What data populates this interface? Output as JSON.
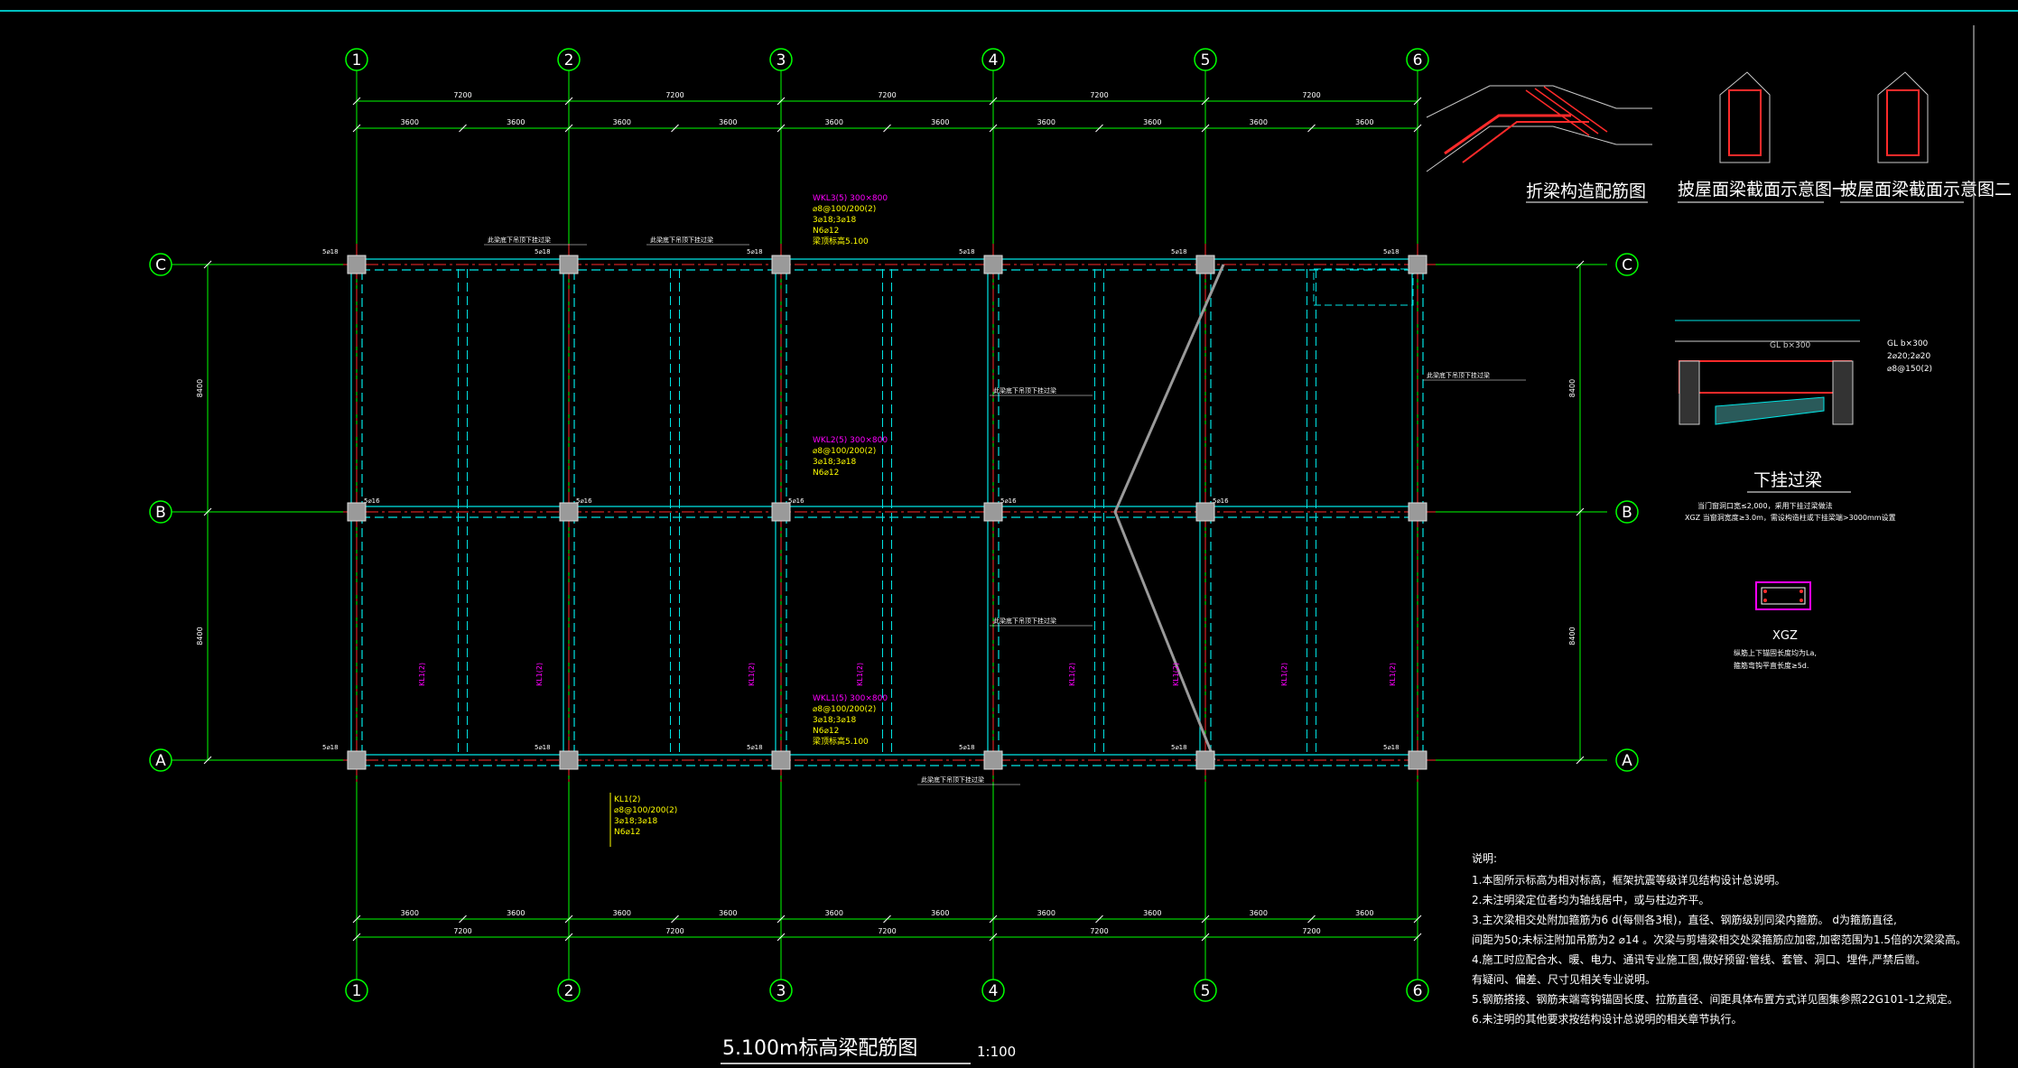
{
  "drawing": {
    "title": "5.100m标高梁配筋图",
    "scale": "1:100"
  },
  "axes": {
    "columns": [
      "1",
      "2",
      "3",
      "4",
      "5",
      "6"
    ],
    "rows": [
      "C",
      "B",
      "A"
    ]
  },
  "dimensions": {
    "bay": "7200",
    "half_bay": "3600",
    "span": "8400"
  },
  "labels": {
    "col_marks": [
      "5⌀18",
      "5⌀18",
      "5⌀18",
      "5⌀18",
      "5⌀18",
      "5⌀18"
    ],
    "mid_marks": [
      "5⌀16",
      "5⌀16",
      "5⌀16",
      "5⌀16",
      "5⌀16"
    ],
    "hanger_note": "此梁底下吊顶下挂过梁",
    "beam_kl": "KL1(2)",
    "beam_wkl3": "WKL3(5) 300×800",
    "beam_wkl2": "WKL2(5) 300×800",
    "beam_wkl1": "WKL1(5) 300×800",
    "stirrup": "⌀8@100/200(2)",
    "bars_top": "3⌀18;3⌀18",
    "bars_side": "N6⌀12",
    "relative_elev": "梁顶标高5.100"
  },
  "details": {
    "fold_beam": "折梁构造配筋图",
    "roof_section_1": "披屋面梁截面示意图一",
    "roof_section_2": "披屋面梁截面示意图二",
    "hang_beam": "下挂过梁",
    "hang_note_1": "当门窗洞口宽≤2,000，采用下挂过梁做法",
    "hang_note_2": "XGZ 当窗洞宽度≥3.0m，需设构造柱或下挂梁端>3000mm设置",
    "xgz": "XGZ",
    "xgz_note_1": "纵筋上下锚固长度均为La,",
    "xgz_note_2": "箍筋弯钩平直长度≥5d.",
    "gl_spec": "GL b×300",
    "gl_bars": "2⌀20;2⌀20",
    "gl_stirrup": "⌀8@150(2)"
  },
  "notes": {
    "heading": "说明:",
    "lines": [
      "1.本图所示标高为相对标高，框架抗震等级详见结构设计总说明。",
      "2.未注明梁定位者均为轴线居中，或与柱边齐平。",
      "3.主次梁相交处附加箍筋为6 d(每侧各3根)，直径、钢筋级别同梁内箍筋。                         d为箍筋直径,",
      "间距为50;未标注附加吊筋为2 ⌀14 。次梁与剪墙梁相交处梁箍筋应加密,加密范围为1.5倍的次梁梁高。",
      "4.施工时应配合水、暖、电力、通讯专业施工图,做好预留:管线、套管、洞口、埋件,严禁后凿。",
      "有疑问、偏差、尺寸见相关专业说明。",
      "5.钢筋搭接、钢筋末端弯钩锚固长度、拉筋直径、间距具体布置方式详见图集参照22G101-1之规定。",
      "6.未注明的其他要求按结构设计总说明的相关章节执行。"
    ]
  },
  "colors": {
    "axis": "#00ff00",
    "beam": "#00e5e5",
    "center": "#ff2a2a",
    "magenta": "#ff00ff",
    "yellow": "#ffff00",
    "white": "#ffffff",
    "column": "#9a9a9a"
  }
}
